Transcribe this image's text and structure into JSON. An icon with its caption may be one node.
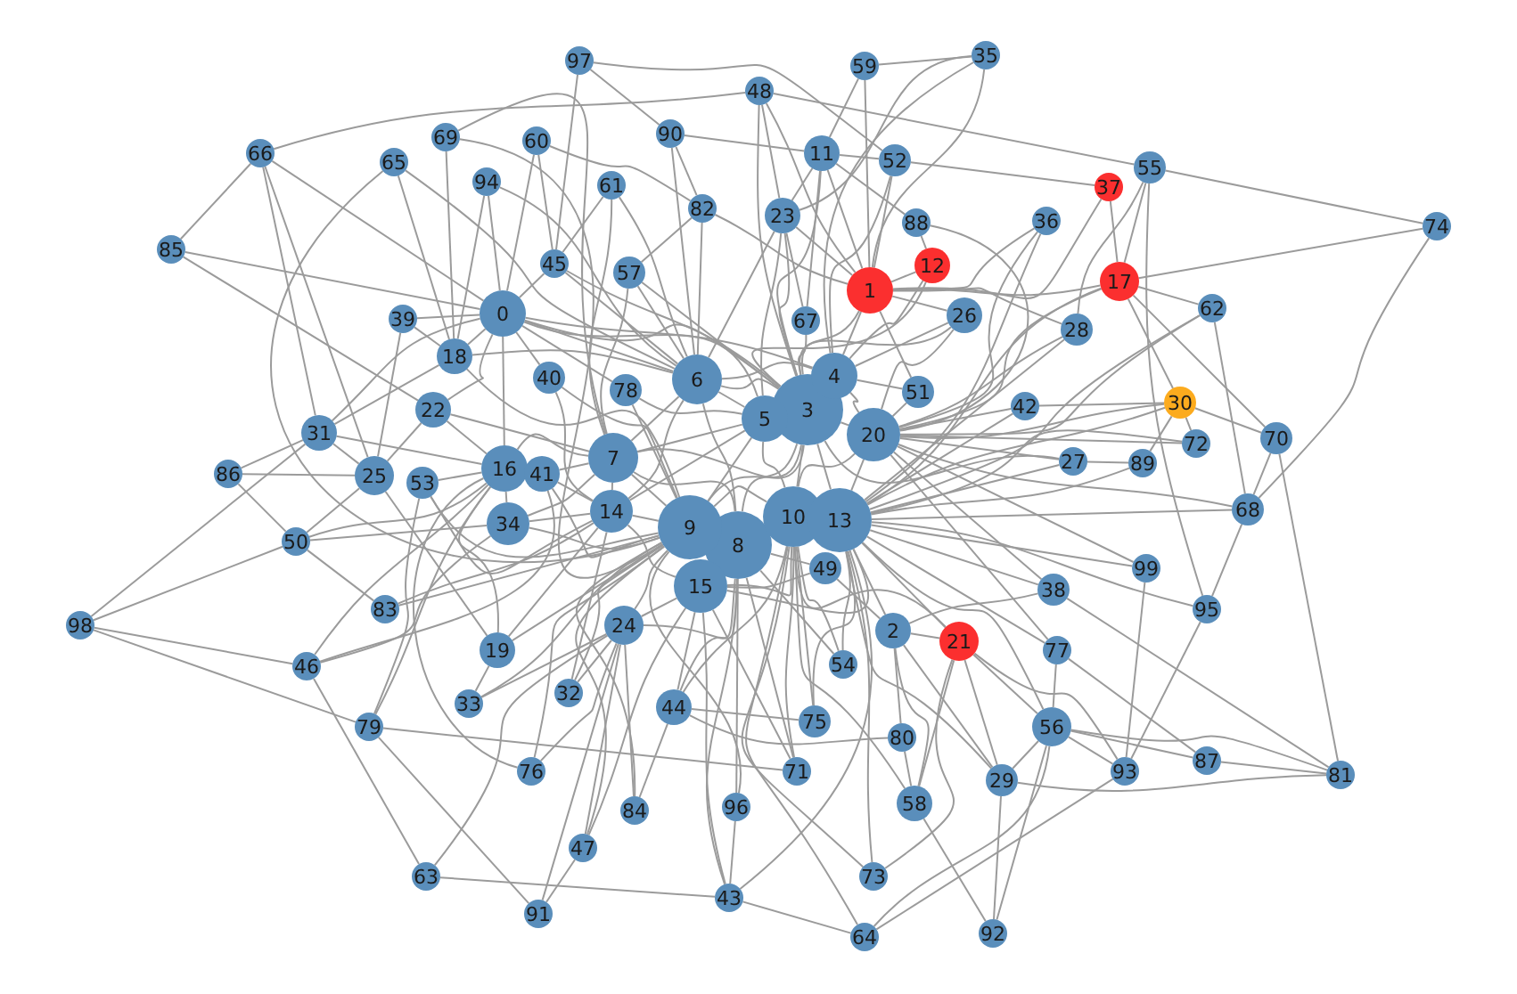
{
  "diagram": {
    "nodes": [
      {
        "text": [
          "0"
        ]
      },
      {
        "text": [
          "1"
        ]
      },
      {
        "text": [
          "2"
        ]
      },
      {
        "text": [
          "3"
        ]
      },
      {
        "text": [
          "4"
        ]
      },
      {
        "text": [
          "5"
        ]
      },
      {
        "text": [
          "6"
        ]
      },
      {
        "text": [
          "7"
        ]
      },
      {
        "text": [
          "8"
        ]
      },
      {
        "text": [
          "9"
        ]
      },
      {
        "text": [
          "10"
        ]
      },
      {
        "text": [
          "11"
        ]
      },
      {
        "text": [
          "12"
        ]
      },
      {
        "text": [
          "13"
        ]
      },
      {
        "text": [
          "14"
        ]
      },
      {
        "text": [
          "15"
        ]
      },
      {
        "text": [
          "16"
        ]
      },
      {
        "text": [
          "17"
        ]
      },
      {
        "text": [
          "18"
        ]
      },
      {
        "text": [
          "19"
        ]
      },
      {
        "text": [
          "20"
        ]
      },
      {
        "text": [
          "21"
        ]
      },
      {
        "text": [
          "22"
        ]
      },
      {
        "text": [
          "23"
        ]
      },
      {
        "text": [
          "24"
        ]
      },
      {
        "text": [
          "25"
        ]
      },
      {
        "text": [
          "26"
        ]
      },
      {
        "text": [
          "27"
        ]
      },
      {
        "text": [
          "28"
        ]
      },
      {
        "text": [
          "29"
        ]
      },
      {
        "text": [
          "30"
        ]
      },
      {
        "text": [
          "31"
        ]
      },
      {
        "text": [
          "32"
        ]
      },
      {
        "text": [
          "33"
        ]
      },
      {
        "text": [
          "34"
        ]
      },
      {
        "text": [
          "35"
        ]
      },
      {
        "text": [
          "36"
        ]
      },
      {
        "text": [
          "37"
        ]
      },
      {
        "text": [
          "38"
        ]
      },
      {
        "text": [
          "39"
        ]
      },
      {
        "text": [
          "40"
        ]
      },
      {
        "text": [
          "41"
        ]
      },
      {
        "text": [
          "42"
        ]
      },
      {
        "text": [
          "43"
        ]
      },
      {
        "text": [
          "44"
        ]
      },
      {
        "text": [
          "45"
        ]
      },
      {
        "text": [
          "46"
        ]
      },
      {
        "text": [
          "47"
        ]
      },
      {
        "text": [
          "48"
        ]
      },
      {
        "text": [
          "49"
        ]
      },
      {
        "text": [
          "50"
        ]
      },
      {
        "text": [
          "51"
        ]
      },
      {
        "text": [
          "52"
        ]
      },
      {
        "text": [
          "53"
        ]
      },
      {
        "text": [
          "54"
        ]
      },
      {
        "text": [
          "55"
        ]
      },
      {
        "text": [
          "56"
        ]
      },
      {
        "text": [
          "57"
        ]
      },
      {
        "text": [
          "58"
        ]
      },
      {
        "text": [
          "59"
        ]
      },
      {
        "text": [
          "60"
        ]
      },
      {
        "text": [
          "61"
        ]
      },
      {
        "text": [
          "62"
        ]
      },
      {
        "text": [
          "63"
        ]
      },
      {
        "text": [
          "64"
        ]
      },
      {
        "text": [
          "65"
        ]
      },
      {
        "text": [
          "66"
        ]
      },
      {
        "text": [
          "67"
        ]
      },
      {
        "text": [
          "68"
        ]
      },
      {
        "text": [
          "69"
        ]
      },
      {
        "text": [
          "70"
        ]
      },
      {
        "text": [
          "71"
        ]
      },
      {
        "text": [
          "72"
        ]
      },
      {
        "text": [
          "73"
        ]
      },
      {
        "text": [
          "74"
        ]
      },
      {
        "text": [
          "75"
        ]
      },
      {
        "text": [
          "76"
        ]
      },
      {
        "text": [
          "77"
        ]
      },
      {
        "text": [
          "78"
        ]
      },
      {
        "text": [
          "79"
        ]
      },
      {
        "text": [
          "80"
        ]
      },
      {
        "text": [
          "81"
        ]
      },
      {
        "text": [
          "82"
        ]
      },
      {
        "text": [
          "83"
        ]
      },
      {
        "text": [
          "84"
        ]
      },
      {
        "text": [
          "85"
        ]
      },
      {
        "text": [
          "86"
        ]
      },
      {
        "text": [
          "87"
        ]
      },
      {
        "text": [
          "88"
        ]
      },
      {
        "text": [
          "89"
        ]
      },
      {
        "text": [
          "90"
        ]
      },
      {
        "text": [
          "91"
        ]
      },
      {
        "text": [
          "92"
        ]
      },
      {
        "text": [
          "93"
        ]
      },
      {
        "text": [
          "94"
        ]
      },
      {
        "text": [
          "95"
        ]
      },
      {
        "text": [
          "96"
        ]
      },
      {
        "text": [
          "97"
        ]
      },
      {
        "text": [
          "98"
        ]
      },
      {
        "text": [
          "99"
        ]
      }
    ],
    "edges": [
      {
        "from": 3,
        "to": 0,
        "arrow": "none"
      },
      {
        "from": 3,
        "to": 1,
        "arrow": "none"
      },
      {
        "from": 3,
        "to": 23,
        "arrow": "none"
      },
      {
        "from": 4,
        "to": 0,
        "arrow": "none"
      },
      {
        "from": 4,
        "to": 1,
        "arrow": "none"
      },
      {
        "from": 4,
        "to": 26,
        "arrow": "none"
      },
      {
        "from": 5,
        "to": 0,
        "arrow": "none"
      },
      {
        "from": 5,
        "to": 6,
        "arrow": "none"
      },
      {
        "from": 5,
        "to": 14,
        "arrow": "none"
      },
      {
        "from": 6,
        "to": 0,
        "arrow": "none"
      },
      {
        "from": 6,
        "to": 3,
        "arrow": "none"
      },
      {
        "from": 6,
        "to": 4,
        "arrow": "none"
      },
      {
        "from": 7,
        "to": 3,
        "arrow": "none"
      },
      {
        "from": 7,
        "to": 5,
        "arrow": "none"
      },
      {
        "from": 7,
        "to": 6,
        "arrow": "none"
      },
      {
        "from": 8,
        "to": 3,
        "arrow": "none"
      },
      {
        "from": 8,
        "to": 6,
        "arrow": "none"
      },
      {
        "from": 8,
        "to": 7,
        "arrow": "none"
      },
      {
        "from": 9,
        "to": 3,
        "arrow": "none"
      },
      {
        "from": 9,
        "to": 5,
        "arrow": "none"
      },
      {
        "from": 9,
        "to": 7,
        "arrow": "none"
      },
      {
        "from": 10,
        "to": 3,
        "arrow": "none"
      },
      {
        "from": 10,
        "to": 5,
        "arrow": "none"
      },
      {
        "from": 10,
        "to": 9,
        "arrow": "none"
      },
      {
        "from": 11,
        "to": 1,
        "arrow": "none"
      },
      {
        "from": 11,
        "to": 3,
        "arrow": "none"
      },
      {
        "from": 11,
        "to": 23,
        "arrow": "none"
      },
      {
        "from": 12,
        "to": 1,
        "arrow": "none"
      },
      {
        "from": 12,
        "to": 3,
        "arrow": "none"
      },
      {
        "from": 12,
        "to": 4,
        "arrow": "none"
      },
      {
        "from": 13,
        "to": 2,
        "arrow": "none"
      },
      {
        "from": 13,
        "to": 3,
        "arrow": "none"
      },
      {
        "from": 13,
        "to": 20,
        "arrow": "none"
      },
      {
        "from": 14,
        "to": 6,
        "arrow": "none"
      },
      {
        "from": 14,
        "to": 7,
        "arrow": "none"
      },
      {
        "from": 14,
        "to": 9,
        "arrow": "none"
      },
      {
        "from": 15,
        "to": 10,
        "arrow": "none"
      },
      {
        "from": 15,
        "to": 13,
        "arrow": "none"
      },
      {
        "from": 15,
        "to": 14,
        "arrow": "none"
      },
      {
        "from": 16,
        "to": 0,
        "arrow": "none"
      },
      {
        "from": 16,
        "to": 7,
        "arrow": "none"
      },
      {
        "from": 16,
        "to": 34,
        "arrow": "none"
      },
      {
        "from": 17,
        "to": 1,
        "arrow": "none"
      },
      {
        "from": 17,
        "to": 13,
        "arrow": "none"
      },
      {
        "from": 17,
        "to": 20,
        "arrow": "none"
      },
      {
        "from": 18,
        "to": 0,
        "arrow": "none"
      },
      {
        "from": 18,
        "to": 6,
        "arrow": "none"
      },
      {
        "from": 18,
        "to": 9,
        "arrow": "none"
      },
      {
        "from": 19,
        "to": 9,
        "arrow": "none"
      },
      {
        "from": 19,
        "to": 14,
        "arrow": "none"
      },
      {
        "from": 19,
        "to": 16,
        "arrow": "none"
      },
      {
        "from": 20,
        "to": 3,
        "arrow": "none"
      },
      {
        "from": 20,
        "to": 4,
        "arrow": "none"
      },
      {
        "from": 20,
        "to": 10,
        "arrow": "none"
      },
      {
        "from": 21,
        "to": 2,
        "arrow": "none"
      },
      {
        "from": 21,
        "to": 10,
        "arrow": "none"
      },
      {
        "from": 21,
        "to": 13,
        "arrow": "none"
      },
      {
        "from": 22,
        "to": 0,
        "arrow": "none"
      },
      {
        "from": 22,
        "to": 7,
        "arrow": "none"
      },
      {
        "from": 22,
        "to": 16,
        "arrow": "none"
      },
      {
        "from": 23,
        "to": 1,
        "arrow": "none"
      },
      {
        "from": 23,
        "to": 5,
        "arrow": "none"
      },
      {
        "from": 23,
        "to": 6,
        "arrow": "none"
      },
      {
        "from": 24,
        "to": 8,
        "arrow": "none"
      },
      {
        "from": 24,
        "to": 9,
        "arrow": "none"
      },
      {
        "from": 24,
        "to": 15,
        "arrow": "none"
      },
      {
        "from": 25,
        "to": 19,
        "arrow": "none"
      },
      {
        "from": 25,
        "to": 22,
        "arrow": "none"
      },
      {
        "from": 25,
        "to": 31,
        "arrow": "none"
      },
      {
        "from": 26,
        "to": 1,
        "arrow": "none"
      },
      {
        "from": 26,
        "to": 3,
        "arrow": "none"
      },
      {
        "from": 26,
        "to": 20,
        "arrow": "none"
      },
      {
        "from": 27,
        "to": 3,
        "arrow": "none"
      },
      {
        "from": 27,
        "to": 13,
        "arrow": "none"
      },
      {
        "from": 27,
        "to": 20,
        "arrow": "none"
      },
      {
        "from": 28,
        "to": 1,
        "arrow": "none"
      },
      {
        "from": 28,
        "to": 13,
        "arrow": "none"
      },
      {
        "from": 28,
        "to": 20,
        "arrow": "none"
      },
      {
        "from": 29,
        "to": 2,
        "arrow": "none"
      },
      {
        "from": 29,
        "to": 13,
        "arrow": "none"
      },
      {
        "from": 29,
        "to": 21,
        "arrow": "none"
      },
      {
        "from": 30,
        "to": 13,
        "arrow": "none"
      },
      {
        "from": 30,
        "to": 17,
        "arrow": "none"
      },
      {
        "from": 30,
        "to": 20,
        "arrow": "none"
      },
      {
        "from": 31,
        "to": 0,
        "arrow": "none"
      },
      {
        "from": 31,
        "to": 16,
        "arrow": "none"
      },
      {
        "from": 31,
        "to": 18,
        "arrow": "none"
      },
      {
        "from": 32,
        "to": 9,
        "arrow": "none"
      },
      {
        "from": 32,
        "to": 14,
        "arrow": "none"
      },
      {
        "from": 32,
        "to": 24,
        "arrow": "none"
      },
      {
        "from": 33,
        "to": 9,
        "arrow": "none"
      },
      {
        "from": 33,
        "to": 19,
        "arrow": "none"
      },
      {
        "from": 33,
        "to": 24,
        "arrow": "none"
      },
      {
        "from": 34,
        "to": 7,
        "arrow": "none"
      },
      {
        "from": 34,
        "to": 9,
        "arrow": "none"
      },
      {
        "from": 34,
        "to": 14,
        "arrow": "none"
      },
      {
        "from": 35,
        "to": 1,
        "arrow": "none"
      },
      {
        "from": 35,
        "to": 4,
        "arrow": "none"
      },
      {
        "from": 35,
        "to": 23,
        "arrow": "none"
      },
      {
        "from": 36,
        "to": 1,
        "arrow": "none"
      },
      {
        "from": 36,
        "to": 13,
        "arrow": "none"
      },
      {
        "from": 36,
        "to": 20,
        "arrow": "none"
      },
      {
        "from": 37,
        "to": 1,
        "arrow": "none"
      },
      {
        "from": 37,
        "to": 17,
        "arrow": "none"
      },
      {
        "from": 37,
        "to": 52,
        "arrow": "none"
      },
      {
        "from": 38,
        "to": 2,
        "arrow": "none"
      },
      {
        "from": 38,
        "to": 13,
        "arrow": "none"
      },
      {
        "from": 38,
        "to": 20,
        "arrow": "none"
      },
      {
        "from": 39,
        "to": 0,
        "arrow": "none"
      },
      {
        "from": 39,
        "to": 18,
        "arrow": "none"
      },
      {
        "from": 39,
        "to": 25,
        "arrow": "none"
      },
      {
        "from": 40,
        "to": 0,
        "arrow": "none"
      },
      {
        "from": 40,
        "to": 9,
        "arrow": "none"
      },
      {
        "from": 40,
        "to": 14,
        "arrow": "none"
      },
      {
        "from": 41,
        "to": 7,
        "arrow": "none"
      },
      {
        "from": 41,
        "to": 9,
        "arrow": "none"
      },
      {
        "from": 41,
        "to": 14,
        "arrow": "none"
      },
      {
        "from": 42,
        "to": 13,
        "arrow": "none"
      },
      {
        "from": 42,
        "to": 20,
        "arrow": "none"
      },
      {
        "from": 42,
        "to": 30,
        "arrow": "none"
      },
      {
        "from": 43,
        "to": 8,
        "arrow": "none"
      },
      {
        "from": 43,
        "to": 13,
        "arrow": "none"
      },
      {
        "from": 43,
        "to": 15,
        "arrow": "none"
      },
      {
        "from": 44,
        "to": 8,
        "arrow": "none"
      },
      {
        "from": 44,
        "to": 10,
        "arrow": "none"
      },
      {
        "from": 44,
        "to": 15,
        "arrow": "none"
      },
      {
        "from": 45,
        "to": 0,
        "arrow": "none"
      },
      {
        "from": 45,
        "to": 3,
        "arrow": "none"
      },
      {
        "from": 45,
        "to": 6,
        "arrow": "none"
      },
      {
        "from": 46,
        "to": 16,
        "arrow": "none"
      },
      {
        "from": 46,
        "to": 34,
        "arrow": "none"
      },
      {
        "from": 46,
        "to": 41,
        "arrow": "none"
      },
      {
        "from": 47,
        "to": 9,
        "arrow": "none"
      },
      {
        "from": 47,
        "to": 15,
        "arrow": "none"
      },
      {
        "from": 47,
        "to": 24,
        "arrow": "none"
      },
      {
        "from": 48,
        "to": 1,
        "arrow": "none"
      },
      {
        "from": 48,
        "to": 3,
        "arrow": "none"
      },
      {
        "from": 48,
        "to": 23,
        "arrow": "none"
      },
      {
        "from": 49,
        "to": 2,
        "arrow": "none"
      },
      {
        "from": 49,
        "to": 8,
        "arrow": "none"
      },
      {
        "from": 49,
        "to": 15,
        "arrow": "none"
      },
      {
        "from": 50,
        "to": 16,
        "arrow": "none"
      },
      {
        "from": 50,
        "to": 25,
        "arrow": "none"
      },
      {
        "from": 50,
        "to": 34,
        "arrow": "none"
      },
      {
        "from": 51,
        "to": 1,
        "arrow": "none"
      },
      {
        "from": 51,
        "to": 4,
        "arrow": "none"
      },
      {
        "from": 51,
        "to": 20,
        "arrow": "none"
      },
      {
        "from": 52,
        "to": 1,
        "arrow": "none"
      },
      {
        "from": 52,
        "to": 4,
        "arrow": "none"
      },
      {
        "from": 52,
        "to": 11,
        "arrow": "none"
      },
      {
        "from": 53,
        "to": 9,
        "arrow": "none"
      },
      {
        "from": 53,
        "to": 14,
        "arrow": "none"
      },
      {
        "from": 53,
        "to": 16,
        "arrow": "none"
      },
      {
        "from": 54,
        "to": 8,
        "arrow": "none"
      },
      {
        "from": 54,
        "to": 10,
        "arrow": "none"
      },
      {
        "from": 54,
        "to": 13,
        "arrow": "none"
      },
      {
        "from": 55,
        "to": 17,
        "arrow": "none"
      },
      {
        "from": 55,
        "to": 28,
        "arrow": "none"
      },
      {
        "from": 55,
        "to": 48,
        "arrow": "none"
      },
      {
        "from": 56,
        "to": 13,
        "arrow": "none"
      },
      {
        "from": 56,
        "to": 21,
        "arrow": "none"
      },
      {
        "from": 56,
        "to": 29,
        "arrow": "none"
      },
      {
        "from": 57,
        "to": 3,
        "arrow": "none"
      },
      {
        "from": 57,
        "to": 6,
        "arrow": "none"
      },
      {
        "from": 57,
        "to": 7,
        "arrow": "none"
      },
      {
        "from": 58,
        "to": 2,
        "arrow": "none"
      },
      {
        "from": 58,
        "to": 10,
        "arrow": "none"
      },
      {
        "from": 58,
        "to": 21,
        "arrow": "none"
      },
      {
        "from": 59,
        "to": 1,
        "arrow": "none"
      },
      {
        "from": 59,
        "to": 11,
        "arrow": "none"
      },
      {
        "from": 59,
        "to": 35,
        "arrow": "none"
      },
      {
        "from": 60,
        "to": 0,
        "arrow": "none"
      },
      {
        "from": 60,
        "to": 45,
        "arrow": "none"
      },
      {
        "from": 61,
        "to": 6,
        "arrow": "none"
      },
      {
        "from": 61,
        "to": 7,
        "arrow": "none"
      },
      {
        "from": 61,
        "to": 45,
        "arrow": "none"
      },
      {
        "from": 62,
        "to": 13,
        "arrow": "none"
      },
      {
        "from": 62,
        "to": 17,
        "arrow": "none"
      },
      {
        "from": 62,
        "to": 20,
        "arrow": "none"
      },
      {
        "from": 63,
        "to": 24,
        "arrow": "none"
      },
      {
        "from": 63,
        "to": 43,
        "arrow": "none"
      },
      {
        "from": 63,
        "to": 46,
        "arrow": "none"
      },
      {
        "from": 64,
        "to": 10,
        "arrow": "none"
      },
      {
        "from": 64,
        "to": 43,
        "arrow": "none"
      },
      {
        "from": 64,
        "to": 56,
        "arrow": "none"
      },
      {
        "from": 65,
        "to": 6,
        "arrow": "none"
      },
      {
        "from": 65,
        "to": 9,
        "arrow": "none"
      },
      {
        "from": 65,
        "to": 18,
        "arrow": "none"
      },
      {
        "from": 66,
        "to": 0,
        "arrow": "none"
      },
      {
        "from": 66,
        "to": 25,
        "arrow": "none"
      },
      {
        "from": 66,
        "to": 31,
        "arrow": "none"
      },
      {
        "from": 66,
        "to": 48,
        "arrow": "none"
      },
      {
        "from": 67,
        "to": 3,
        "arrow": "none"
      },
      {
        "from": 67,
        "to": 11,
        "arrow": "none"
      },
      {
        "from": 67,
        "to": 23,
        "arrow": "none"
      },
      {
        "from": 68,
        "to": 13,
        "arrow": "none"
      },
      {
        "from": 68,
        "to": 20,
        "arrow": "none"
      },
      {
        "from": 68,
        "to": 62,
        "arrow": "none"
      },
      {
        "from": 69,
        "to": 7,
        "arrow": "none"
      },
      {
        "from": 69,
        "to": 9,
        "arrow": "none"
      },
      {
        "from": 69,
        "to": 18,
        "arrow": "none"
      },
      {
        "from": 70,
        "to": 17,
        "arrow": "none"
      },
      {
        "from": 70,
        "to": 30,
        "arrow": "none"
      },
      {
        "from": 70,
        "to": 68,
        "arrow": "none"
      },
      {
        "from": 71,
        "to": 8,
        "arrow": "none"
      },
      {
        "from": 71,
        "to": 10,
        "arrow": "none"
      },
      {
        "from": 71,
        "to": 15,
        "arrow": "none"
      },
      {
        "from": 72,
        "to": 13,
        "arrow": "none"
      },
      {
        "from": 72,
        "to": 20,
        "arrow": "none"
      },
      {
        "from": 72,
        "to": 30,
        "arrow": "none"
      },
      {
        "from": 73,
        "to": 10,
        "arrow": "none"
      },
      {
        "from": 73,
        "to": 13,
        "arrow": "none"
      },
      {
        "from": 73,
        "to": 21,
        "arrow": "none"
      },
      {
        "from": 74,
        "to": 17,
        "arrow": "none"
      },
      {
        "from": 74,
        "to": 55,
        "arrow": "none"
      },
      {
        "from": 74,
        "to": 68,
        "arrow": "none"
      },
      {
        "from": 75,
        "to": 10,
        "arrow": "none"
      },
      {
        "from": 75,
        "to": 13,
        "arrow": "none"
      },
      {
        "from": 75,
        "to": 44,
        "arrow": "none"
      },
      {
        "from": 76,
        "to": 9,
        "arrow": "none"
      },
      {
        "from": 76,
        "to": 16,
        "arrow": "none"
      },
      {
        "from": 76,
        "to": 24,
        "arrow": "none"
      },
      {
        "from": 77,
        "to": 13,
        "arrow": "none"
      },
      {
        "from": 77,
        "to": 20,
        "arrow": "none"
      },
      {
        "from": 77,
        "to": 56,
        "arrow": "none"
      },
      {
        "from": 78,
        "to": 0,
        "arrow": "none"
      },
      {
        "from": 78,
        "to": 5,
        "arrow": "none"
      },
      {
        "from": 78,
        "to": 9,
        "arrow": "none"
      },
      {
        "from": 79,
        "to": 16,
        "arrow": "none"
      },
      {
        "from": 79,
        "to": 53,
        "arrow": "none"
      },
      {
        "from": 79,
        "to": 71,
        "arrow": "none"
      },
      {
        "from": 80,
        "to": 2,
        "arrow": "none"
      },
      {
        "from": 80,
        "to": 44,
        "arrow": "none"
      },
      {
        "from": 80,
        "to": 58,
        "arrow": "none"
      },
      {
        "from": 81,
        "to": 29,
        "arrow": "none"
      },
      {
        "from": 81,
        "to": 38,
        "arrow": "none"
      },
      {
        "from": 81,
        "to": 56,
        "arrow": "none"
      },
      {
        "from": 81,
        "to": 70,
        "arrow": "none"
      },
      {
        "from": 82,
        "to": 1,
        "arrow": "none"
      },
      {
        "from": 82,
        "to": 6,
        "arrow": "none"
      },
      {
        "from": 82,
        "to": 57,
        "arrow": "none"
      },
      {
        "from": 82,
        "to": 60,
        "arrow": "none"
      },
      {
        "from": 83,
        "to": 9,
        "arrow": "none"
      },
      {
        "from": 83,
        "to": 14,
        "arrow": "none"
      },
      {
        "from": 83,
        "to": 50,
        "arrow": "none"
      },
      {
        "from": 84,
        "to": 9,
        "arrow": "none"
      },
      {
        "from": 84,
        "to": 24,
        "arrow": "none"
      },
      {
        "from": 84,
        "to": 44,
        "arrow": "none"
      },
      {
        "from": 85,
        "to": 0,
        "arrow": "none"
      },
      {
        "from": 85,
        "to": 22,
        "arrow": "none"
      },
      {
        "from": 85,
        "to": 66,
        "arrow": "none"
      },
      {
        "from": 86,
        "to": 25,
        "arrow": "none"
      },
      {
        "from": 86,
        "to": 31,
        "arrow": "none"
      },
      {
        "from": 86,
        "to": 50,
        "arrow": "none"
      },
      {
        "from": 87,
        "to": 56,
        "arrow": "none"
      },
      {
        "from": 87,
        "to": 77,
        "arrow": "none"
      },
      {
        "from": 87,
        "to": 81,
        "arrow": "none"
      },
      {
        "from": 88,
        "to": 11,
        "arrow": "none"
      },
      {
        "from": 88,
        "to": 12,
        "arrow": "none"
      },
      {
        "from": 88,
        "to": 20,
        "arrow": "none"
      },
      {
        "from": 89,
        "to": 13,
        "arrow": "none"
      },
      {
        "from": 89,
        "to": 27,
        "arrow": "none"
      },
      {
        "from": 89,
        "to": 30,
        "arrow": "none"
      },
      {
        "from": 90,
        "to": 6,
        "arrow": "none"
      },
      {
        "from": 90,
        "to": 11,
        "arrow": "none"
      },
      {
        "from": 90,
        "to": 82,
        "arrow": "none"
      },
      {
        "from": 91,
        "to": 24,
        "arrow": "none"
      },
      {
        "from": 91,
        "to": 47,
        "arrow": "none"
      },
      {
        "from": 91,
        "to": 79,
        "arrow": "none"
      },
      {
        "from": 92,
        "to": 29,
        "arrow": "none"
      },
      {
        "from": 92,
        "to": 56,
        "arrow": "none"
      },
      {
        "from": 92,
        "to": 58,
        "arrow": "none"
      },
      {
        "from": 93,
        "to": 21,
        "arrow": "none"
      },
      {
        "from": 93,
        "to": 56,
        "arrow": "none"
      },
      {
        "from": 93,
        "to": 64,
        "arrow": "none"
      },
      {
        "from": 94,
        "to": 0,
        "arrow": "none"
      },
      {
        "from": 94,
        "to": 6,
        "arrow": "none"
      },
      {
        "from": 94,
        "to": 18,
        "arrow": "none"
      },
      {
        "from": 95,
        "to": 13,
        "arrow": "none"
      },
      {
        "from": 95,
        "to": 55,
        "arrow": "none"
      },
      {
        "from": 95,
        "to": 68,
        "arrow": "none"
      },
      {
        "from": 95,
        "to": 93,
        "arrow": "none"
      },
      {
        "from": 96,
        "to": 8,
        "arrow": "none"
      },
      {
        "from": 96,
        "to": 9,
        "arrow": "none"
      },
      {
        "from": 96,
        "to": 43,
        "arrow": "none"
      },
      {
        "from": 97,
        "to": 45,
        "arrow": "none"
      },
      {
        "from": 97,
        "to": 52,
        "arrow": "none"
      },
      {
        "from": 97,
        "to": 90,
        "arrow": "none"
      },
      {
        "from": 98,
        "to": 31,
        "arrow": "none"
      },
      {
        "from": 98,
        "to": 46,
        "arrow": "none"
      },
      {
        "from": 98,
        "to": 50,
        "arrow": "none"
      },
      {
        "from": 98,
        "to": 79,
        "arrow": "none"
      },
      {
        "from": 99,
        "to": 13,
        "arrow": "none"
      },
      {
        "from": 99,
        "to": 20,
        "arrow": "none"
      },
      {
        "from": 99,
        "to": 93,
        "arrow": "none"
      }
    ]
  }
}
